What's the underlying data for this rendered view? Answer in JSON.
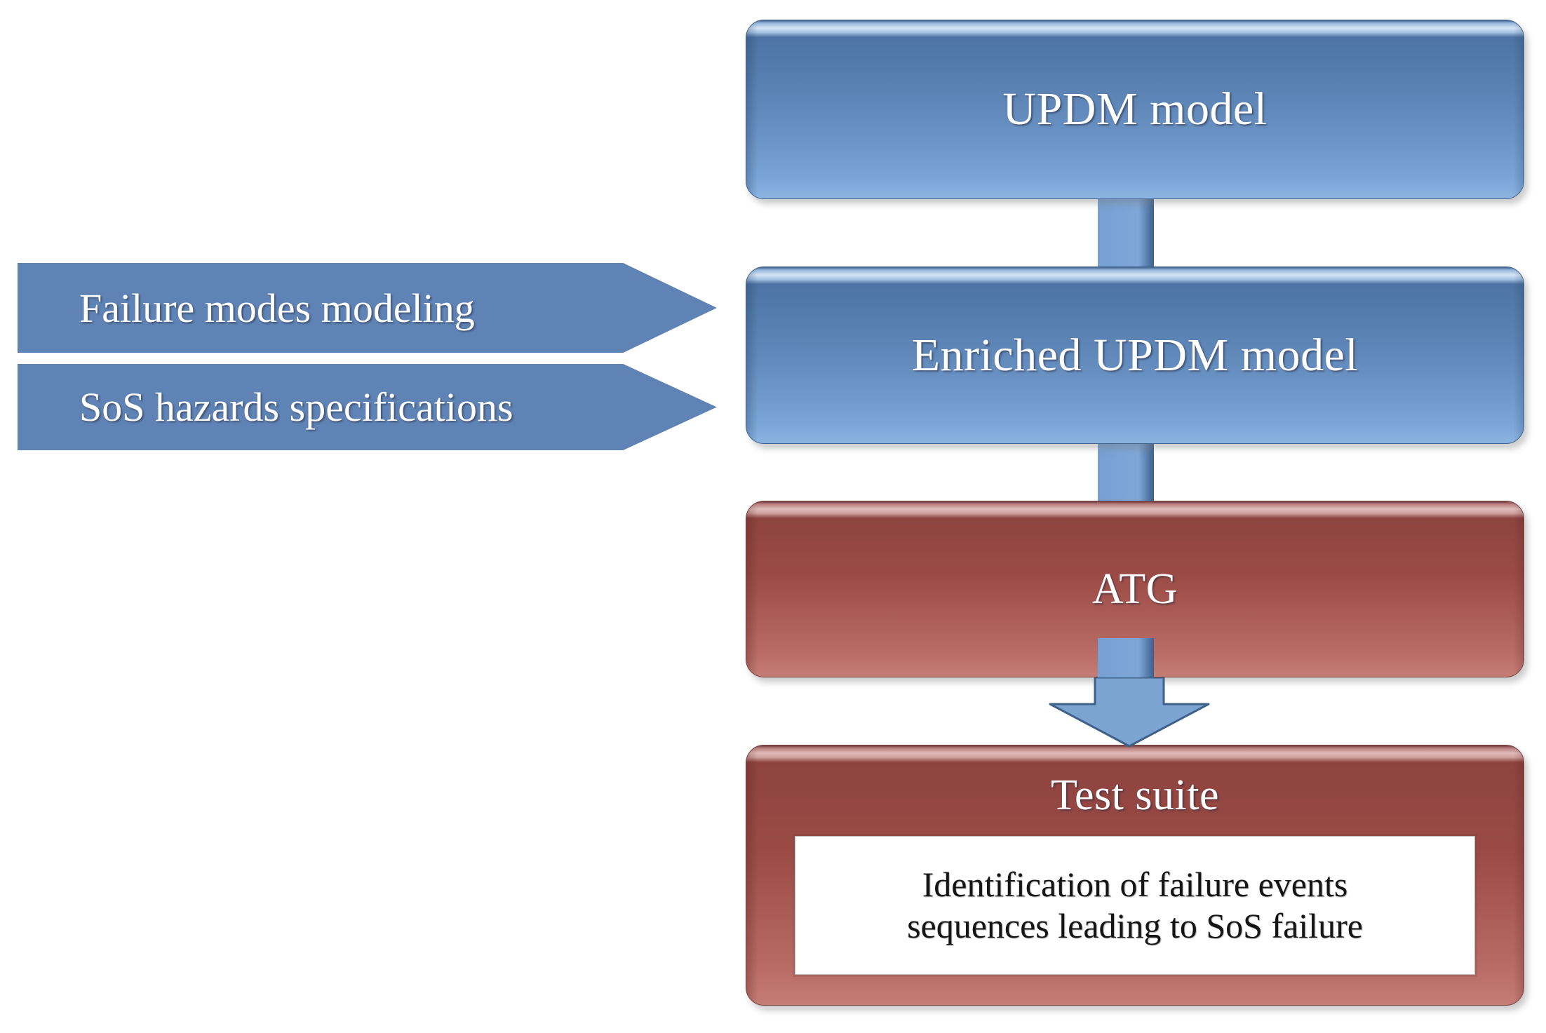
{
  "diagram": {
    "title_nodes": {
      "updm_model": "UPDM model",
      "enriched_updm_model": "Enriched UPDM model",
      "atg": "ATG",
      "test_suite": "Test suite"
    },
    "inner_panel": {
      "line1": "Identification of failure events",
      "line2": "sequences leading to SoS failure"
    },
    "inputs": [
      {
        "label": "Failure modes modeling"
      },
      {
        "label": "SoS hazards specifications"
      }
    ],
    "colors": {
      "blue_box_dark": "#4c73a3",
      "blue_box_light": "#8cb4e2",
      "blue_box_border": "#41658f",
      "red_box_dark": "#8d433f",
      "red_box_light": "#c47d76",
      "red_box_border": "#7b4440",
      "chevron_fill": "#5e83b4",
      "connector_fill": "#7fa8d8",
      "arrow_fill": "#7ba4d2",
      "arrow_stroke": "#3f6087",
      "panel_background": "#ffffff",
      "panel_text": "#151515",
      "node_text": "#ffffff",
      "page_background": "#ffffff"
    }
  }
}
